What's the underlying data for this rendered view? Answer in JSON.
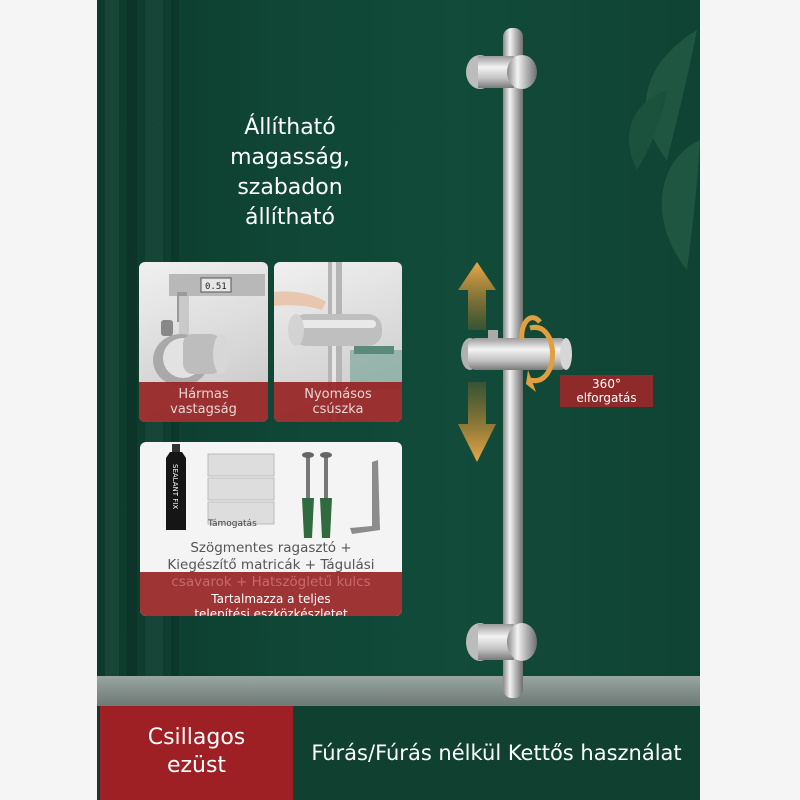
{
  "headline": {
    "line1": "Állítható",
    "line2": "magasság,",
    "line3": "szabadon állítható"
  },
  "photo_left": {
    "caliper_readout": "0.51",
    "label_line1": "Hármas",
    "label_line2": "vastagság"
  },
  "photo_right": {
    "label_line1": "Nyomásos",
    "label_line2": "csúszka"
  },
  "rotation": {
    "line1": "360°",
    "line2": "elforgatás"
  },
  "kit": {
    "tube_text": "SEALANT FIX",
    "sticker_text": "Támogatás",
    "line1": "Szögmentes ragasztó +",
    "line2": "Kiegészítő matricák + Tágulási",
    "line3": "csavarok + Hatszögletű kulcs",
    "foot_line1": "Tartalmazza a teljes",
    "foot_line2": "telepítési eszközkészletet"
  },
  "bottom": {
    "color_line1": "Csillagos",
    "color_line2": "ezüst",
    "usage": "Fúrás/Fúrás nélkül Kettős használat"
  },
  "colors": {
    "background_green": "#124b3a",
    "accent_red": "#9e1f24",
    "arrow_orange": "#e0a040",
    "chrome": "#c8c8c8"
  }
}
